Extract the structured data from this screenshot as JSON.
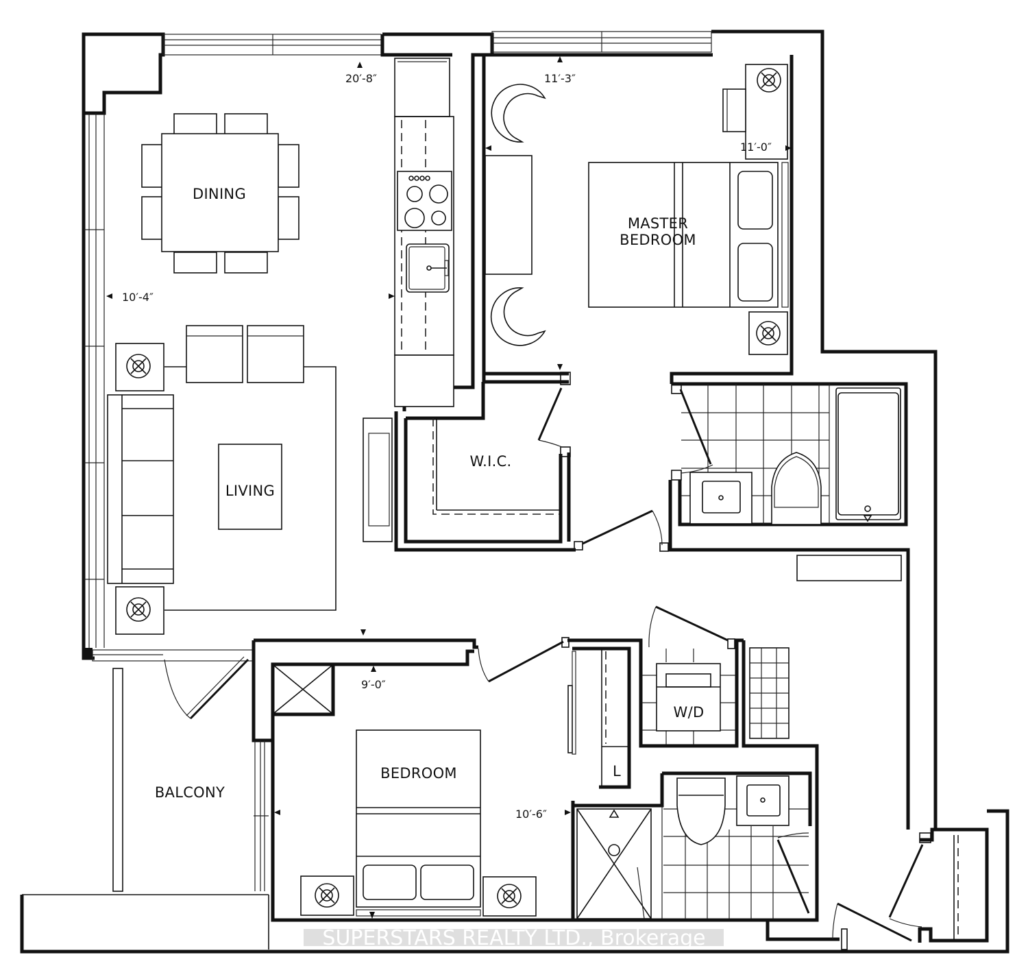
{
  "floor_plan": {
    "rooms": {
      "dining": "DINING",
      "living": "LIVING",
      "master_bedroom_line1": "MASTER",
      "master_bedroom_line2": "BEDROOM",
      "wic": "W.I.C.",
      "bedroom": "BEDROOM",
      "balcony": "BALCONY",
      "laundry": "W/D",
      "linen": "L"
    },
    "dimensions": {
      "living_dining_width": "20′-8″",
      "living_dining_depth": "10′-4″",
      "master_width": "11′-3″",
      "master_depth": "11′-0″",
      "bedroom_width": "9′-0″",
      "bedroom_depth": "10′-6″"
    },
    "watermark": "SUPERSTARS REALTY LTD., Brokerage",
    "colors": {
      "ink": "#111111",
      "background": "#ffffff",
      "watermark_bg": "#d9d9d9",
      "watermark_text": "#ffffff"
    }
  }
}
